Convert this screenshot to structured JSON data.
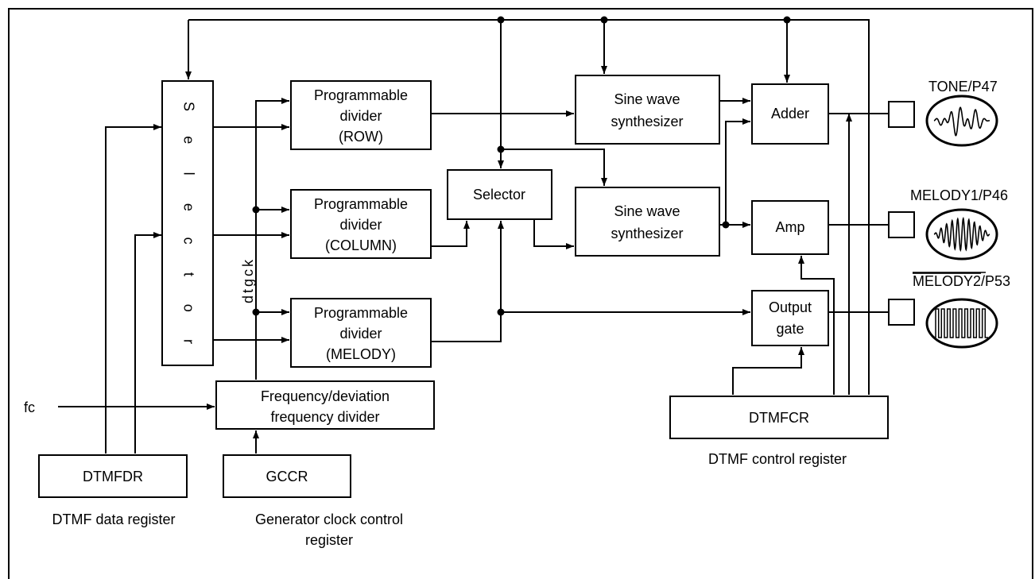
{
  "blocks": {
    "selector_main": "Selector",
    "div_row": [
      "Programmable",
      "divider",
      "(ROW)"
    ],
    "div_col": [
      "Programmable",
      "divider",
      "(COLUMN)"
    ],
    "div_mel": [
      "Programmable",
      "divider",
      "(MELODY)"
    ],
    "selector_small": "Selector",
    "sine1": [
      "Sine wave",
      "synthesizer"
    ],
    "sine2": [
      "Sine wave",
      "synthesizer"
    ],
    "adder": "Adder",
    "amp": "Amp",
    "outgate": [
      "Output",
      "gate"
    ],
    "freqdiv": [
      "Frequency/deviation",
      "frequency divider"
    ],
    "dtmfdr": "DTMFDR",
    "gccr": "GCCR",
    "dtmfcr": "DTMFCR"
  },
  "signals": {
    "fc": "fc",
    "dtgck": "dtgck"
  },
  "outputs": {
    "tone": "TONE/P47",
    "melody1": "MELODY1/P46",
    "melody2_bar": "MELODY2",
    "melody2_rest": "/P53"
  },
  "captions": {
    "dtmfdr": "DTMF data register",
    "gccr": [
      "Generator clock control",
      "register"
    ],
    "dtmfcr": "DTMF control register"
  }
}
